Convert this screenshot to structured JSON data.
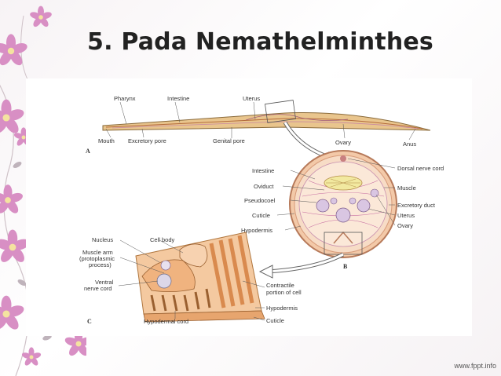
{
  "slide": {
    "title": "5. Pada Nemathelminthes",
    "watermark": "www.fppt.info"
  },
  "diagram": {
    "panel_a": {
      "panel_letter": "A",
      "labels": {
        "pharynx": "Pharynx",
        "intestine": "Intestine",
        "uterus": "Uterus",
        "mouth": "Mouth",
        "excretory_pore": "Excretory pore",
        "genital_pore": "Genital pore",
        "ovary": "Ovary",
        "anus": "Anus"
      }
    },
    "panel_b": {
      "panel_letter": "B",
      "labels": {
        "intestine": "Intestine",
        "oviduct": "Oviduct",
        "pseudocoel": "Pseudocoel",
        "cuticle": "Cuticle",
        "hypodermis": "Hypodermis",
        "dorsal_nerve_cord": "Dorsal nerve cord",
        "muscle": "Muscle",
        "excretory_duct": "Excretory duct",
        "uterus": "Uterus",
        "ovary": "Ovary"
      }
    },
    "panel_c": {
      "panel_letter": "C",
      "labels": {
        "nucleus": "Nucleus",
        "cell_body": "Cell body",
        "muscle_arm_1": "Muscle arm",
        "muscle_arm_2": "(protoplasmic",
        "muscle_arm_3": "process)",
        "ventral_1": "Ventral",
        "ventral_2": "nerve cord",
        "contractile_1": "Contractile",
        "contractile_2": "portion of cell",
        "hypodermis": "Hypodermis",
        "hypodermal_cord": "Hypodermal cord",
        "cuticle": "Cuticle"
      }
    }
  }
}
